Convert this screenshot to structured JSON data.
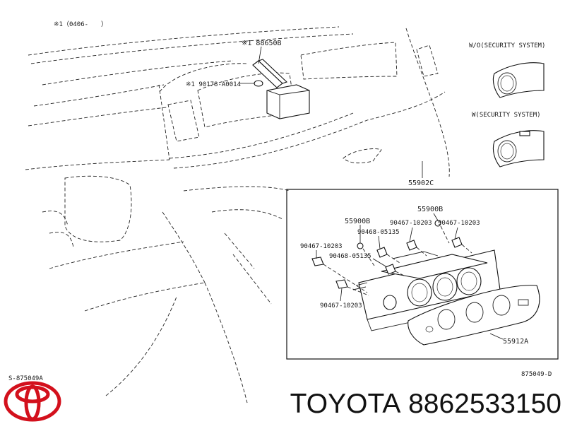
{
  "diagram": {
    "top_note": "※1（0406-　　）",
    "part_88650B": "※1 88650B",
    "part_90178": "※1 90178-A0014",
    "security_without": "W/O(SECURITY SYSTEM)",
    "security_with": "W(SECURITY SYSTEM)",
    "part_55902C": "55902C",
    "part_55900B_left": "55900B",
    "part_55900B_right": "55900B",
    "part_90468_a": "90468-05135",
    "part_90468_b": "90468-05135",
    "part_90467_a": "90467-10203",
    "part_90467_b": "90467-10203",
    "part_90467_c": "90467-10203",
    "part_90467_d": "90467-10203",
    "part_55912A": "55912A",
    "ref_left": "S-875049A",
    "ref_right": "875049-D"
  },
  "footer": {
    "brand": "TOYOTA",
    "part_number": "8862533150",
    "logo_icon": "toyota-logo-icon",
    "logo_color": "#d3101c"
  }
}
